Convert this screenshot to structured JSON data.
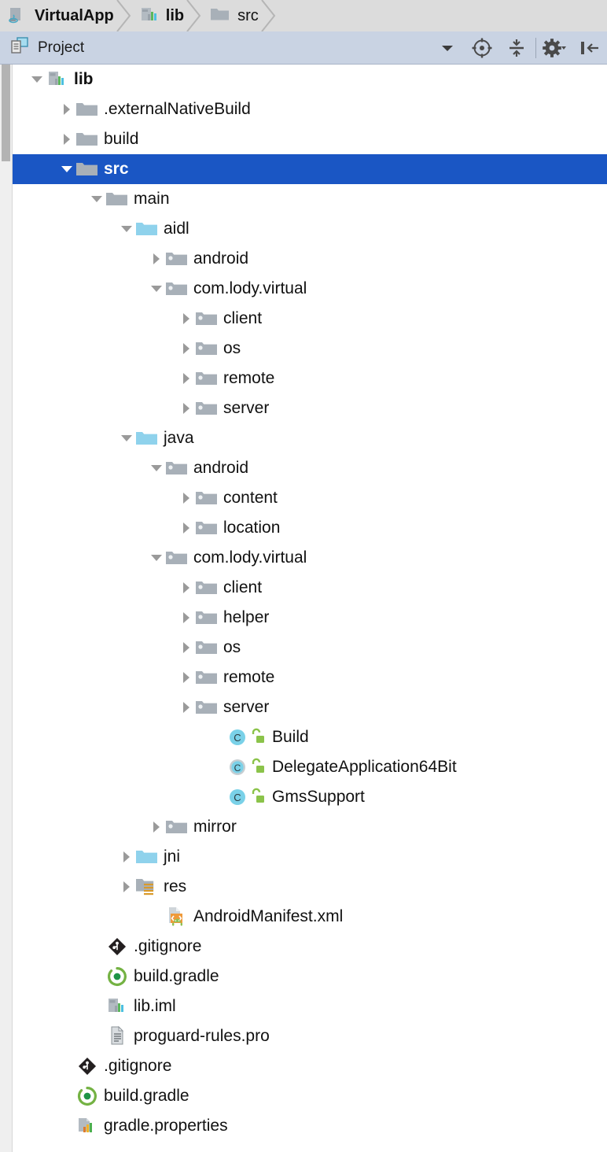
{
  "breadcrumb": {
    "items": [
      {
        "label": "VirtualApp",
        "icon": "module-java-icon",
        "bold": true
      },
      {
        "label": "lib",
        "icon": "module-gradle-icon",
        "bold": true
      },
      {
        "label": "src",
        "icon": "folder-icon",
        "bold": false
      }
    ]
  },
  "panel": {
    "title": "Project",
    "icons": [
      {
        "name": "project-view-icon"
      },
      {
        "name": "chevron-down-icon"
      },
      {
        "name": "scroll-from-source-icon"
      },
      {
        "name": "collapse-all-icon"
      },
      {
        "name": "gear-icon"
      },
      {
        "name": "hide-panel-icon"
      }
    ]
  },
  "colors": {
    "selection": "#1a56c4",
    "header_bg": "#c9d3e3",
    "crumb_bg": "#dcdcdc",
    "folder_gray": "#a8b0b8",
    "folder_blue": "#8fd2ec",
    "class_cyan": "#7ad1e8",
    "lock_green": "#8bc34a",
    "panel_bg": "#ffffff"
  },
  "scrollbar": {
    "orientation": "vertical",
    "side": "left",
    "thumb_top": 0,
    "thumb_height": 123
  },
  "tree": {
    "rows": [
      {
        "label": "lib",
        "indent": 1,
        "arrow": "down",
        "icon": "module-gradle-icon",
        "bold": true,
        "selected": false
      },
      {
        "label": ".externalNativeBuild",
        "indent": 2,
        "arrow": "right",
        "icon": "folder-icon",
        "bold": false,
        "selected": false
      },
      {
        "label": "build",
        "indent": 2,
        "arrow": "right",
        "icon": "folder-icon",
        "bold": false,
        "selected": false
      },
      {
        "label": "src",
        "indent": 2,
        "arrow": "down",
        "icon": "folder-icon",
        "bold": false,
        "selected": true
      },
      {
        "label": "main",
        "indent": 3,
        "arrow": "down",
        "icon": "folder-icon",
        "bold": false,
        "selected": false
      },
      {
        "label": "aidl",
        "indent": 4,
        "arrow": "down",
        "icon": "source-folder-icon",
        "bold": false,
        "selected": false
      },
      {
        "label": "android",
        "indent": 5,
        "arrow": "right",
        "icon": "package-icon",
        "bold": false,
        "selected": false
      },
      {
        "label": "com.lody.virtual",
        "indent": 5,
        "arrow": "down",
        "icon": "package-icon",
        "bold": false,
        "selected": false
      },
      {
        "label": "client",
        "indent": 6,
        "arrow": "right",
        "icon": "package-icon",
        "bold": false,
        "selected": false
      },
      {
        "label": "os",
        "indent": 6,
        "arrow": "right",
        "icon": "package-icon",
        "bold": false,
        "selected": false
      },
      {
        "label": "remote",
        "indent": 6,
        "arrow": "right",
        "icon": "package-icon",
        "bold": false,
        "selected": false
      },
      {
        "label": "server",
        "indent": 6,
        "arrow": "right",
        "icon": "package-icon",
        "bold": false,
        "selected": false
      },
      {
        "label": "java",
        "indent": 4,
        "arrow": "down",
        "icon": "source-folder-icon",
        "bold": false,
        "selected": false
      },
      {
        "label": "android",
        "indent": 5,
        "arrow": "down",
        "icon": "package-icon",
        "bold": false,
        "selected": false
      },
      {
        "label": "content",
        "indent": 6,
        "arrow": "right",
        "icon": "package-icon",
        "bold": false,
        "selected": false
      },
      {
        "label": "location",
        "indent": 6,
        "arrow": "right",
        "icon": "package-icon",
        "bold": false,
        "selected": false
      },
      {
        "label": "com.lody.virtual",
        "indent": 5,
        "arrow": "down",
        "icon": "package-icon",
        "bold": false,
        "selected": false
      },
      {
        "label": "client",
        "indent": 6,
        "arrow": "right",
        "icon": "package-icon",
        "bold": false,
        "selected": false
      },
      {
        "label": "helper",
        "indent": 6,
        "arrow": "right",
        "icon": "package-icon",
        "bold": false,
        "selected": false
      },
      {
        "label": "os",
        "indent": 6,
        "arrow": "right",
        "icon": "package-icon",
        "bold": false,
        "selected": false
      },
      {
        "label": "remote",
        "indent": 6,
        "arrow": "right",
        "icon": "package-icon",
        "bold": false,
        "selected": false
      },
      {
        "label": "server",
        "indent": 6,
        "arrow": "right",
        "icon": "package-icon",
        "bold": false,
        "selected": false
      },
      {
        "label": "Build",
        "indent": 7,
        "arrow": "none",
        "icon": "java-class-icon",
        "badge": "public-lock-icon",
        "bold": false,
        "selected": false
      },
      {
        "label": "DelegateApplication64Bit",
        "indent": 7,
        "arrow": "none",
        "icon": "java-abstract-class-icon",
        "badge": "public-lock-icon",
        "bold": false,
        "selected": false
      },
      {
        "label": "GmsSupport",
        "indent": 7,
        "arrow": "none",
        "icon": "java-class-icon",
        "badge": "public-lock-icon",
        "bold": false,
        "selected": false
      },
      {
        "label": "mirror",
        "indent": 5,
        "arrow": "right",
        "icon": "package-icon",
        "bold": false,
        "selected": false
      },
      {
        "label": "jni",
        "indent": 4,
        "arrow": "right",
        "icon": "source-folder-icon",
        "bold": false,
        "selected": false
      },
      {
        "label": "res",
        "indent": 4,
        "arrow": "right",
        "icon": "res-folder-icon",
        "bold": false,
        "selected": false
      },
      {
        "label": "AndroidManifest.xml",
        "indent": 5,
        "arrow": "none",
        "icon": "android-manifest-icon",
        "bold": false,
        "selected": false
      },
      {
        "label": ".gitignore",
        "indent": 3,
        "arrow": "none",
        "icon": "git-icon",
        "bold": false,
        "selected": false
      },
      {
        "label": "build.gradle",
        "indent": 3,
        "arrow": "none",
        "icon": "gradle-icon",
        "bold": false,
        "selected": false
      },
      {
        "label": "lib.iml",
        "indent": 3,
        "arrow": "none",
        "icon": "iml-module-icon",
        "bold": false,
        "selected": false
      },
      {
        "label": "proguard-rules.pro",
        "indent": 3,
        "arrow": "none",
        "icon": "text-file-icon",
        "bold": false,
        "selected": false
      },
      {
        "label": ".gitignore",
        "indent": 2,
        "arrow": "none",
        "icon": "git-icon",
        "bold": false,
        "selected": false
      },
      {
        "label": "build.gradle",
        "indent": 2,
        "arrow": "none",
        "icon": "gradle-icon",
        "bold": false,
        "selected": false
      },
      {
        "label": "gradle.properties",
        "indent": 2,
        "arrow": "none",
        "icon": "gradle-properties-icon",
        "bold": false,
        "selected": false
      }
    ]
  }
}
